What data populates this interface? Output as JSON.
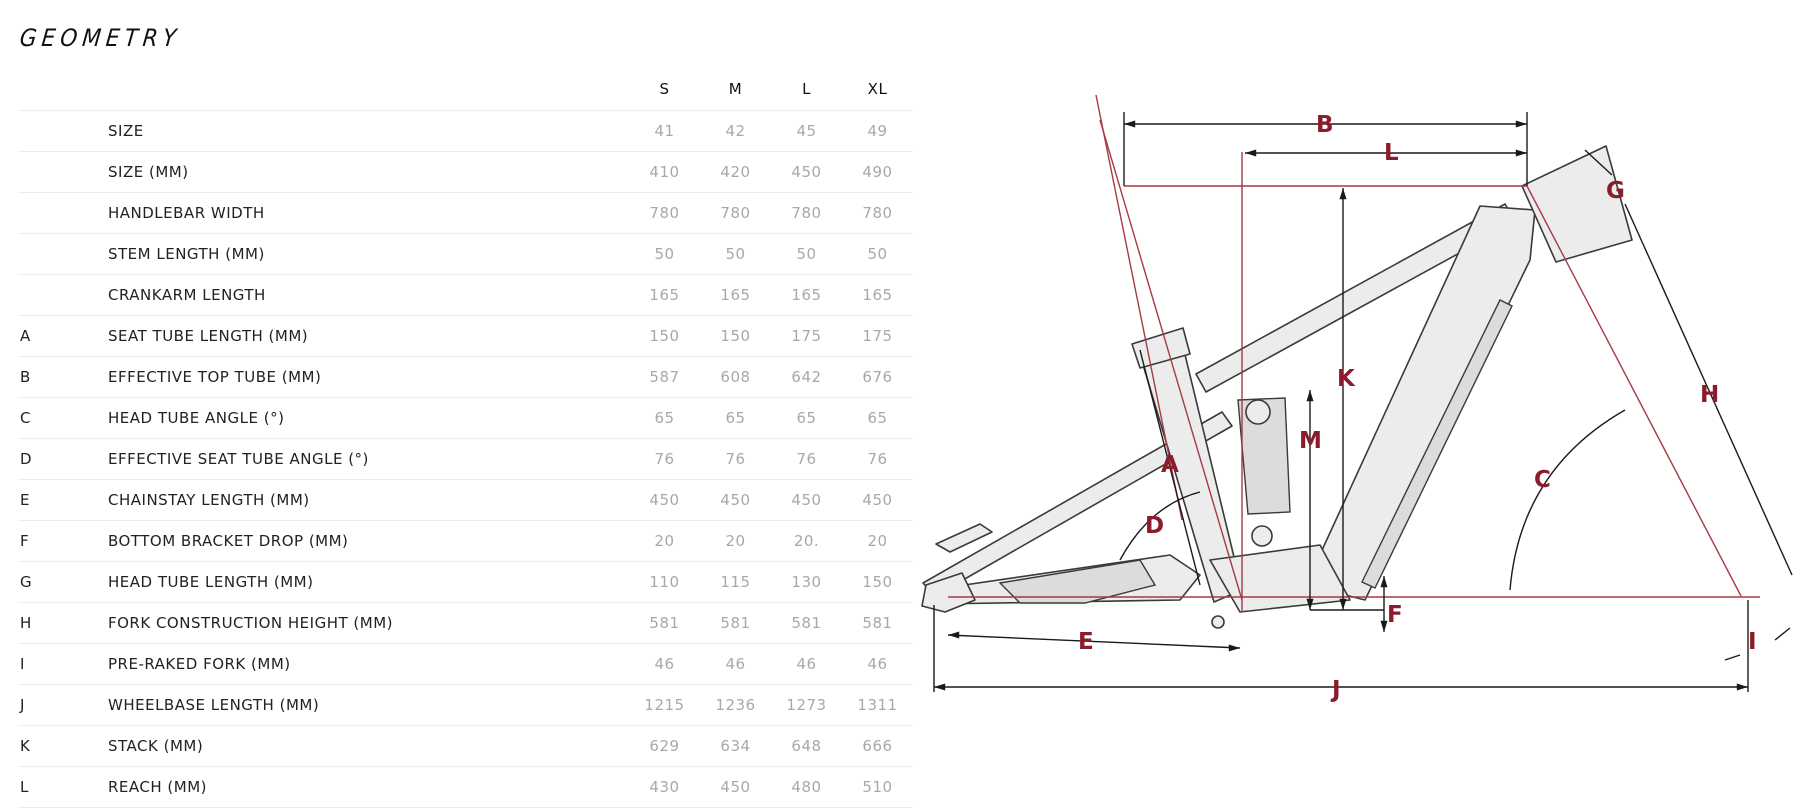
{
  "page": {
    "title": "GEOMETRY"
  },
  "table": {
    "sizes": [
      "S",
      "M",
      "L",
      "XL"
    ],
    "rows": [
      {
        "letter": "",
        "label": "SIZE",
        "values": [
          "41",
          "42",
          "45",
          "49"
        ]
      },
      {
        "letter": "",
        "label": "SIZE (MM)",
        "values": [
          "410",
          "420",
          "450",
          "490"
        ]
      },
      {
        "letter": "",
        "label": "HANDLEBAR WIDTH",
        "values": [
          "780",
          "780",
          "780",
          "780"
        ]
      },
      {
        "letter": "",
        "label": "STEM LENGTH (MM)",
        "values": [
          "50",
          "50",
          "50",
          "50"
        ]
      },
      {
        "letter": "",
        "label": "CRANKARM LENGTH",
        "values": [
          "165",
          "165",
          "165",
          "165"
        ]
      },
      {
        "letter": "A",
        "label": "SEAT TUBE LENGTH (MM)",
        "values": [
          "150",
          "150",
          "175",
          "175"
        ]
      },
      {
        "letter": "B",
        "label": "EFFECTIVE TOP TUBE (MM)",
        "values": [
          "587",
          "608",
          "642",
          "676"
        ]
      },
      {
        "letter": "C",
        "label": "HEAD TUBE ANGLE (°)",
        "values": [
          "65",
          "65",
          "65",
          "65"
        ]
      },
      {
        "letter": "D",
        "label": "EFFECTIVE SEAT TUBE ANGLE (°)",
        "values": [
          "76",
          "76",
          "76",
          "76"
        ]
      },
      {
        "letter": "E",
        "label": "CHAINSTAY LENGTH (MM)",
        "values": [
          "450",
          "450",
          "450",
          "450"
        ]
      },
      {
        "letter": "F",
        "label": "BOTTOM BRACKET DROP (MM)",
        "values": [
          "20",
          "20",
          "20.",
          "20"
        ]
      },
      {
        "letter": "G",
        "label": "HEAD TUBE LENGTH (MM)",
        "values": [
          "110",
          "115",
          "130",
          "150"
        ]
      },
      {
        "letter": "H",
        "label": "FORK CONSTRUCTION HEIGHT (MM)",
        "values": [
          "581",
          "581",
          "581",
          "581"
        ]
      },
      {
        "letter": "I",
        "label": "PRE-RAKED FORK (MM)",
        "values": [
          "46",
          "46",
          "46",
          "46"
        ]
      },
      {
        "letter": "J",
        "label": "WHEELBASE LENGTH (MM)",
        "values": [
          "1215",
          "1236",
          "1273",
          "1311"
        ]
      },
      {
        "letter": "K",
        "label": "STACK (MM)",
        "values": [
          "629",
          "634",
          "648",
          "666"
        ]
      },
      {
        "letter": "L",
        "label": "REACH (MM)",
        "values": [
          "430",
          "450",
          "480",
          "510"
        ]
      }
    ]
  },
  "diagram": {
    "labels": {
      "A": "A",
      "B": "B",
      "C": "C",
      "D": "D",
      "E": "E",
      "F": "F",
      "G": "G",
      "H": "H",
      "I": "I",
      "J": "J",
      "K": "K",
      "L": "L",
      "M": "M"
    },
    "colors": {
      "measure_lines": "#a63a45",
      "label_text": "#8a1c2c",
      "frame_fill": "#ececec",
      "outline": "#3a3a3a"
    }
  }
}
